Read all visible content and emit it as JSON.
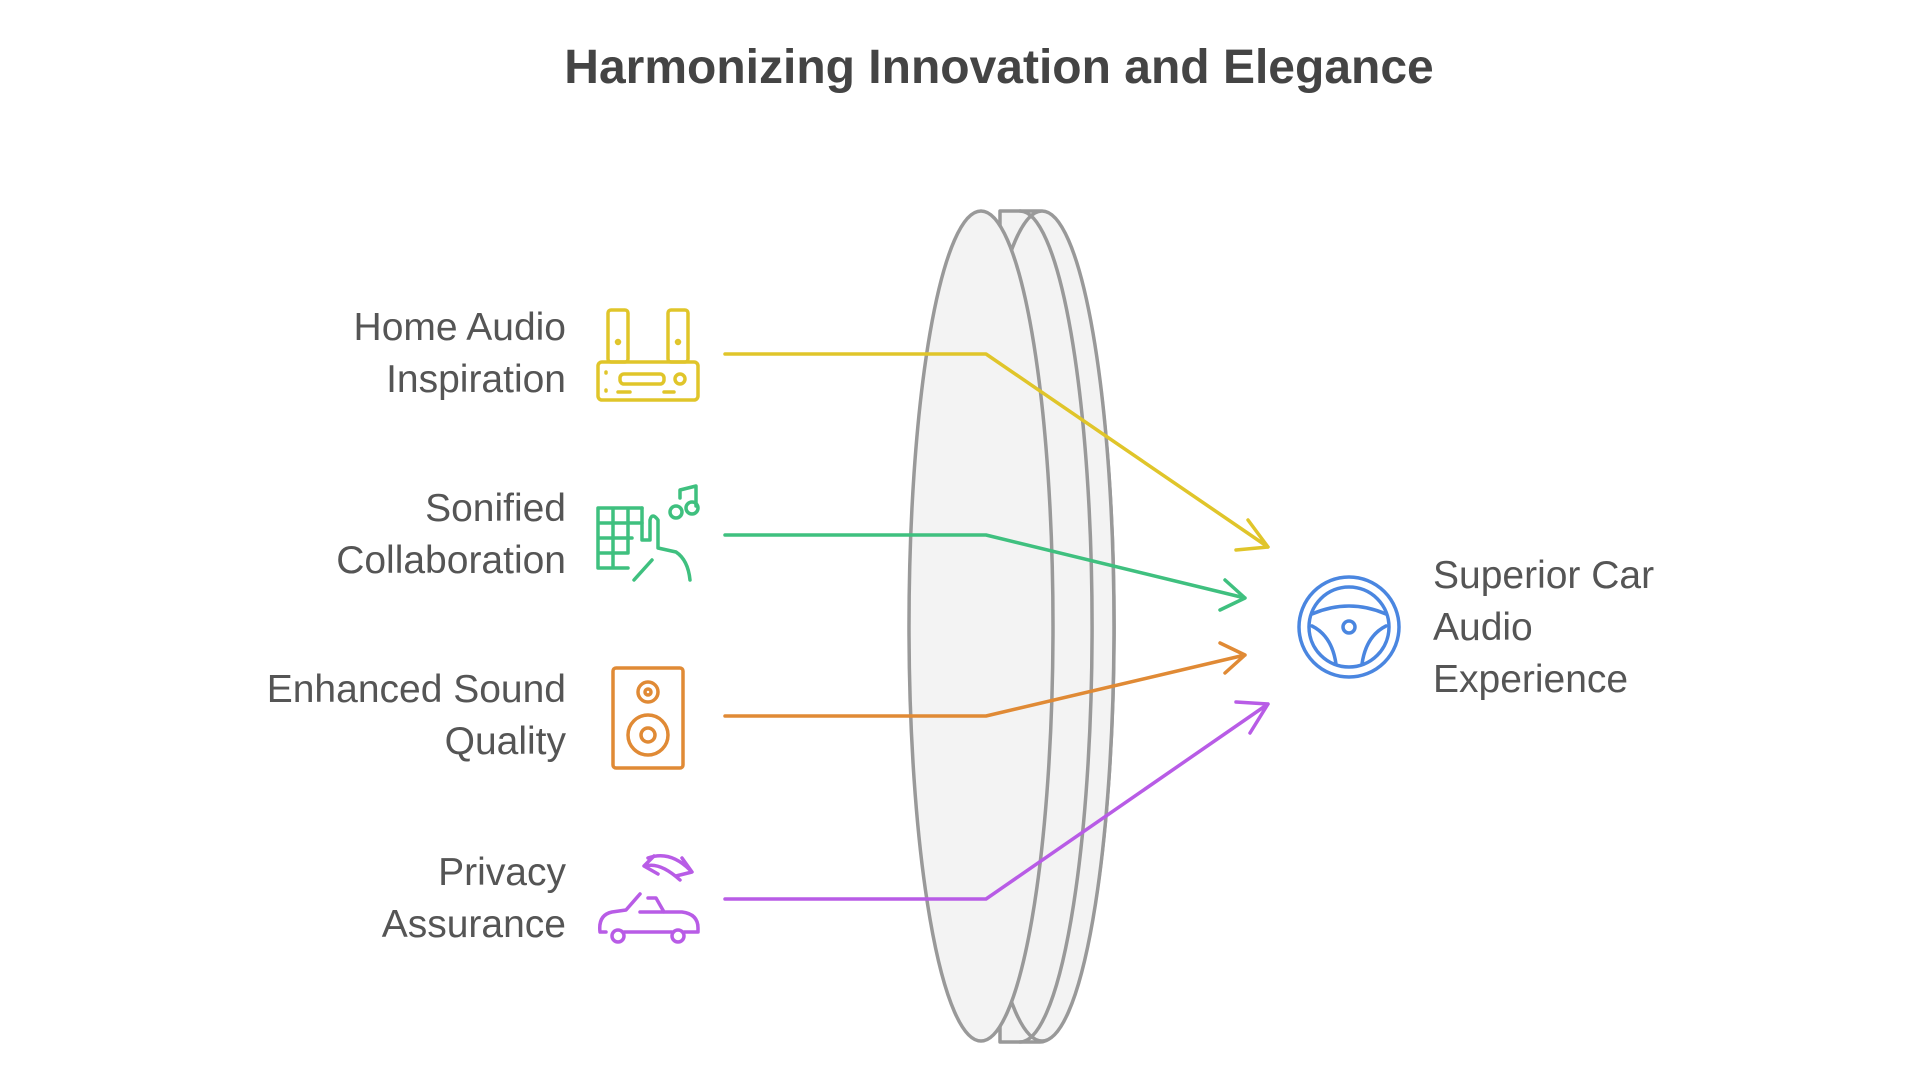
{
  "title": "Harmonizing Innovation and Elegance",
  "inputs": [
    {
      "line1": "Home Audio",
      "line2": "Inspiration",
      "icon": "stereo-system-icon",
      "color": "#E0C52A"
    },
    {
      "line1": "Sonified",
      "line2": "Collaboration",
      "icon": "music-grid-hand-icon",
      "color": "#3FC07F"
    },
    {
      "line1": "Enhanced Sound",
      "line2": "Quality",
      "icon": "speaker-icon",
      "color": "#E08A35"
    },
    {
      "line1": "Privacy",
      "line2": "Assurance",
      "icon": "car-exchange-icon",
      "color": "#B85CE6"
    }
  ],
  "output": {
    "line1": "Superior Car",
    "line2": "Audio",
    "line3": "Experience",
    "icon": "steering-wheel-icon",
    "color": "#4A86E0"
  }
}
